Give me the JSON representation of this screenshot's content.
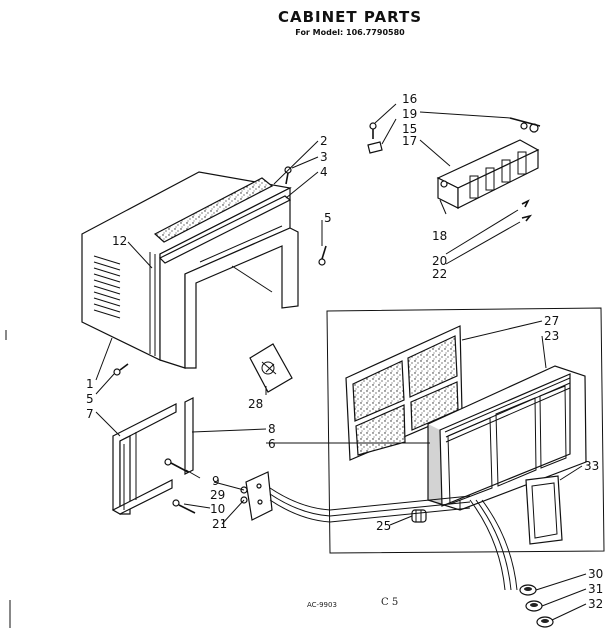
{
  "title": "CABINET PARTS",
  "subtitle": "For Model: 106.7790580",
  "footer_code": "AC-9903",
  "footer_mark": "C 5",
  "callouts": {
    "c1": "1",
    "c2": "2",
    "c3": "3",
    "c4": "4",
    "c5a": "5",
    "c5b": "5",
    "c6": "6",
    "c7": "7",
    "c8": "8",
    "c9": "9",
    "c10": "10",
    "c12": "12",
    "c15": "15",
    "c16": "16",
    "c17": "17",
    "c18": "18",
    "c19": "19",
    "c20": "20",
    "c21": "21",
    "c22": "22",
    "c23": "23",
    "c25": "25",
    "c27": "27",
    "c28": "28",
    "c29": "29",
    "c30": "30",
    "c31": "31",
    "c32": "32",
    "c33": "33"
  }
}
